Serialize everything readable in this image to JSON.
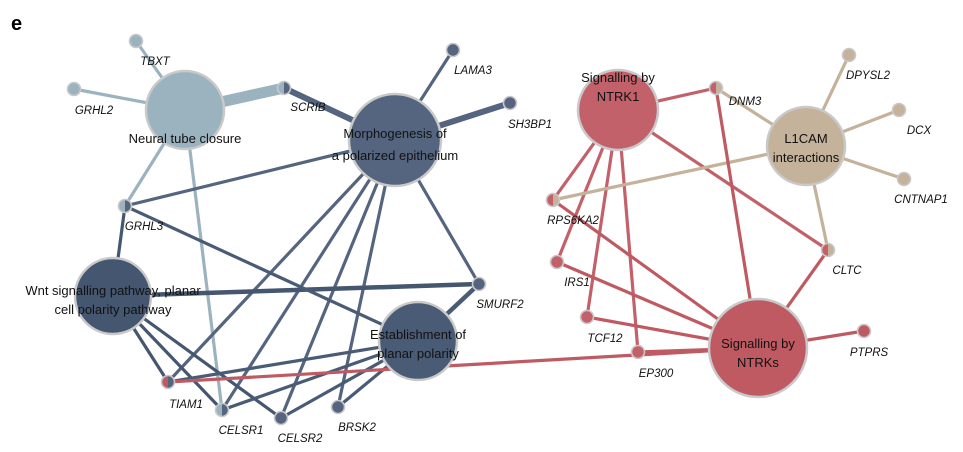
{
  "panel_label": "e",
  "colors": {
    "neural": "#9bb3bf",
    "morpho": "#55657f",
    "wnt": "#445670",
    "planar": "#4a5b76",
    "ntrk1": "#c2616a",
    "ntrks": "#bf5a62",
    "l1cam": "#c4b29b",
    "node_stroke": "#c9c9c9"
  },
  "hubs": [
    {
      "id": "neural",
      "lines": [
        "Neural tube closure"
      ]
    },
    {
      "id": "morpho",
      "lines": [
        "Morphogenesis of",
        "a polarized epithelium"
      ]
    },
    {
      "id": "wnt",
      "lines": [
        "Wnt signalling pathway, planar",
        "cell polarity pathway"
      ]
    },
    {
      "id": "planar",
      "lines": [
        "Establishment of",
        "planar polarity"
      ]
    },
    {
      "id": "ntrk1",
      "lines": [
        "Signalling by",
        "NTRK1"
      ]
    },
    {
      "id": "l1cam",
      "lines": [
        "L1CAM",
        "interactions"
      ]
    },
    {
      "id": "ntrks",
      "lines": [
        "Signalling by",
        "NTRKs"
      ]
    }
  ],
  "genes": [
    {
      "id": "TBXT",
      "label": "TBXT"
    },
    {
      "id": "GRHL2",
      "label": "GRHL2"
    },
    {
      "id": "SCRIB",
      "label": "SCRIB"
    },
    {
      "id": "LAMA3",
      "label": "LAMA3"
    },
    {
      "id": "SH3BP1",
      "label": "SH3BP1"
    },
    {
      "id": "GRHL3",
      "label": "GRHL3"
    },
    {
      "id": "SMURF2",
      "label": "SMURF2"
    },
    {
      "id": "TIAM1",
      "label": "TIAM1"
    },
    {
      "id": "CELSR1",
      "label": "CELSR1"
    },
    {
      "id": "CELSR2",
      "label": "CELSR2"
    },
    {
      "id": "BRSK2",
      "label": "BRSK2"
    },
    {
      "id": "DNM3",
      "label": "DNM3"
    },
    {
      "id": "RPS6KA2",
      "label": "RPS6KA2"
    },
    {
      "id": "IRS1",
      "label": "IRS1"
    },
    {
      "id": "TCF12",
      "label": "TCF12"
    },
    {
      "id": "EP300",
      "label": "EP300"
    },
    {
      "id": "DPYSL2",
      "label": "DPYSL2"
    },
    {
      "id": "DCX",
      "label": "DCX"
    },
    {
      "id": "CNTNAP1",
      "label": "CNTNAP1"
    },
    {
      "id": "CLTC",
      "label": "CLTC"
    },
    {
      "id": "PTPRS",
      "label": "PTPRS"
    }
  ],
  "edges": [
    [
      "neural",
      "TBXT"
    ],
    [
      "neural",
      "GRHL2"
    ],
    [
      "neural",
      "SCRIB"
    ],
    [
      "neural",
      "GRHL3"
    ],
    [
      "neural",
      "CELSR1"
    ],
    [
      "morpho",
      "SCRIB"
    ],
    [
      "morpho",
      "LAMA3"
    ],
    [
      "morpho",
      "SH3BP1"
    ],
    [
      "morpho",
      "GRHL3"
    ],
    [
      "morpho",
      "TIAM1"
    ],
    [
      "morpho",
      "CELSR1"
    ],
    [
      "morpho",
      "CELSR2"
    ],
    [
      "morpho",
      "BRSK2"
    ],
    [
      "morpho",
      "SMURF2"
    ],
    [
      "wnt",
      "GRHL3"
    ],
    [
      "wnt",
      "SMURF2"
    ],
    [
      "wnt",
      "TIAM1"
    ],
    [
      "wnt",
      "CELSR1"
    ],
    [
      "wnt",
      "CELSR2"
    ],
    [
      "planar",
      "GRHL3"
    ],
    [
      "planar",
      "SMURF2"
    ],
    [
      "planar",
      "TIAM1"
    ],
    [
      "planar",
      "CELSR1"
    ],
    [
      "planar",
      "CELSR2"
    ],
    [
      "planar",
      "BRSK2"
    ],
    [
      "ntrk1",
      "DNM3"
    ],
    [
      "ntrk1",
      "RPS6KA2"
    ],
    [
      "ntrk1",
      "IRS1"
    ],
    [
      "ntrk1",
      "TCF12"
    ],
    [
      "ntrk1",
      "EP300"
    ],
    [
      "ntrk1",
      "CLTC"
    ],
    [
      "l1cam",
      "DNM3"
    ],
    [
      "l1cam",
      "RPS6KA2"
    ],
    [
      "l1cam",
      "DPYSL2"
    ],
    [
      "l1cam",
      "DCX"
    ],
    [
      "l1cam",
      "CNTNAP1"
    ],
    [
      "l1cam",
      "CLTC"
    ],
    [
      "ntrks",
      "DNM3"
    ],
    [
      "ntrks",
      "RPS6KA2"
    ],
    [
      "ntrks",
      "IRS1"
    ],
    [
      "ntrks",
      "TCF12"
    ],
    [
      "ntrks",
      "EP300"
    ],
    [
      "ntrks",
      "CLTC"
    ],
    [
      "ntrks",
      "PTPRS"
    ],
    [
      "ntrks",
      "TIAM1"
    ]
  ]
}
